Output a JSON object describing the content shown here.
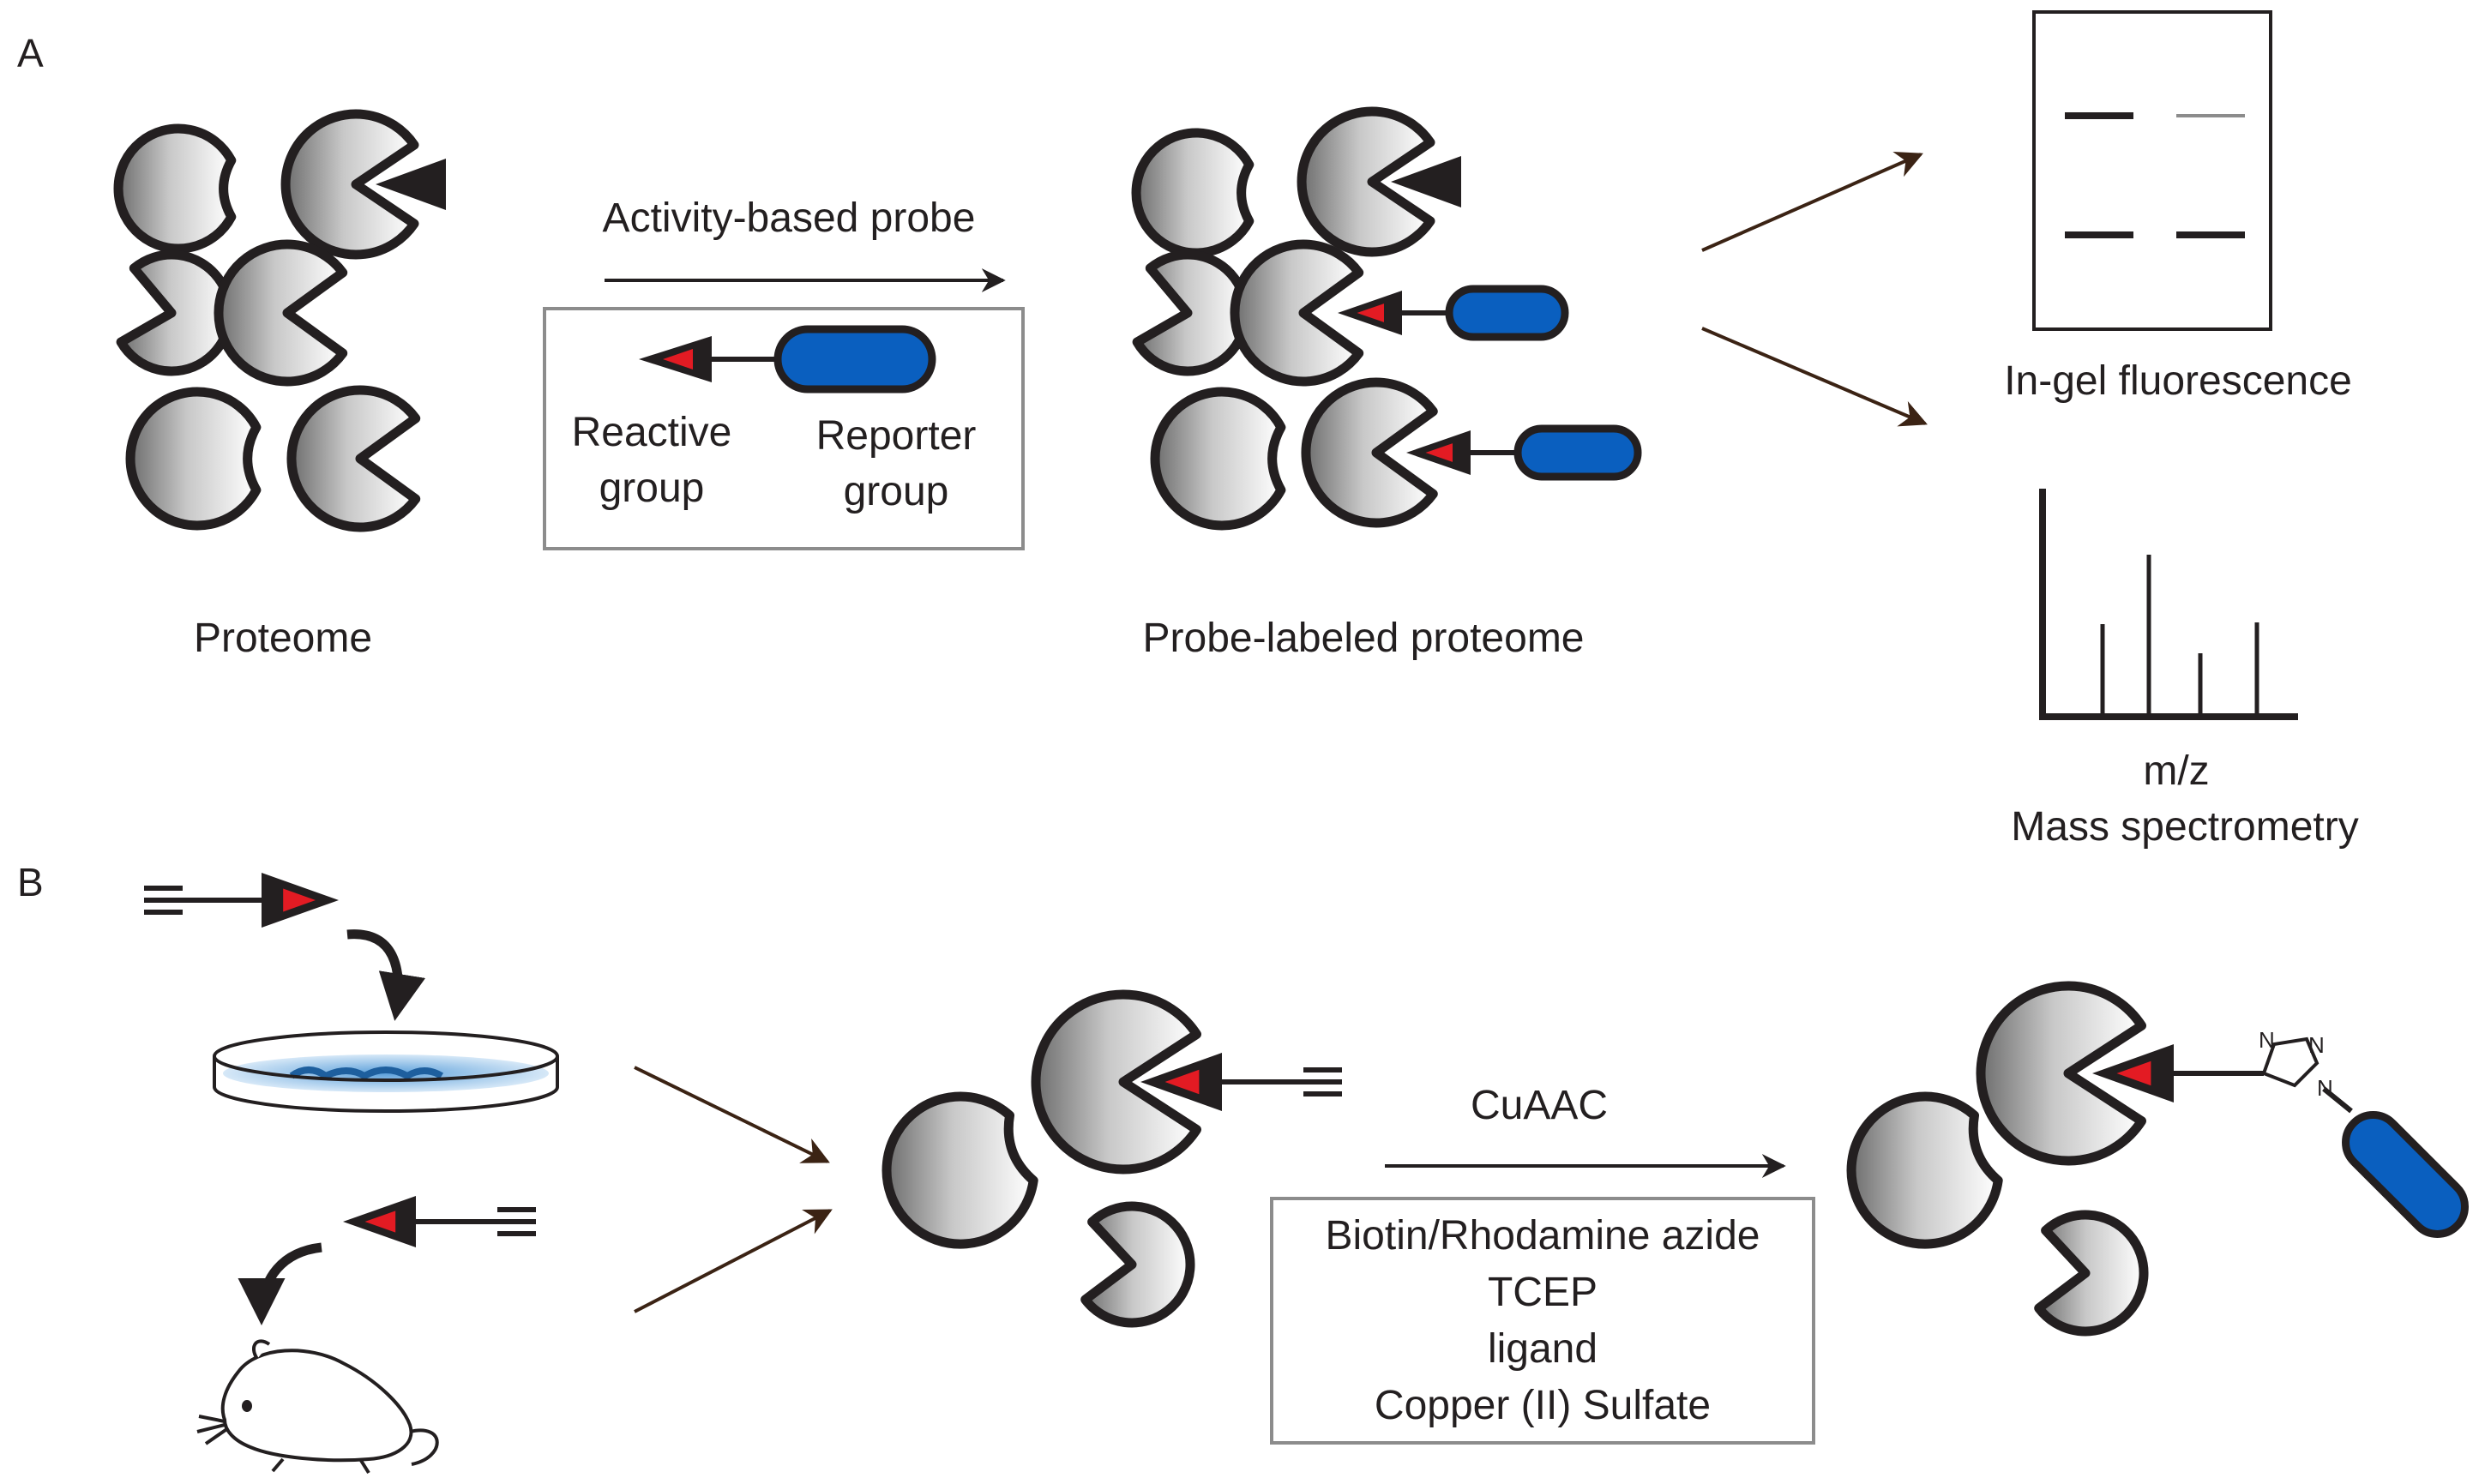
{
  "panel_a": {
    "letter": "A",
    "proteome_label": "Proteome",
    "probe_arrow_label": "Activity-based probe",
    "reactive_group_label": [
      "Reactive",
      "group"
    ],
    "reporter_group_label": [
      "Reporter",
      "group"
    ],
    "probe_labeled_label": "Probe-labeled proteome",
    "gel_label": "In-gel fluorescence",
    "ms_axis_label": "m/z",
    "ms_label": "Mass spectrometry"
  },
  "panel_b": {
    "letter": "B",
    "reaction_label": "CuAAC",
    "reagents": [
      "Biotin/Rhodamine azide",
      "TCEP",
      "ligand",
      "Copper (II) Sulfate"
    ],
    "triazole_n_labels": [
      "N",
      "N",
      "N"
    ]
  },
  "colors": {
    "reporter_blue": "#0a5fbf",
    "reactive_red": "#e31b23",
    "outline": "#231f20",
    "arrow_brown": "#3b2314",
    "dish_blue": "#3f8fd4"
  },
  "icons": [
    "enzyme-icon",
    "probe-icon",
    "gel-icon",
    "mass-spectrum-icon",
    "culture-dish-icon",
    "mouse-icon",
    "triazole-icon"
  ]
}
